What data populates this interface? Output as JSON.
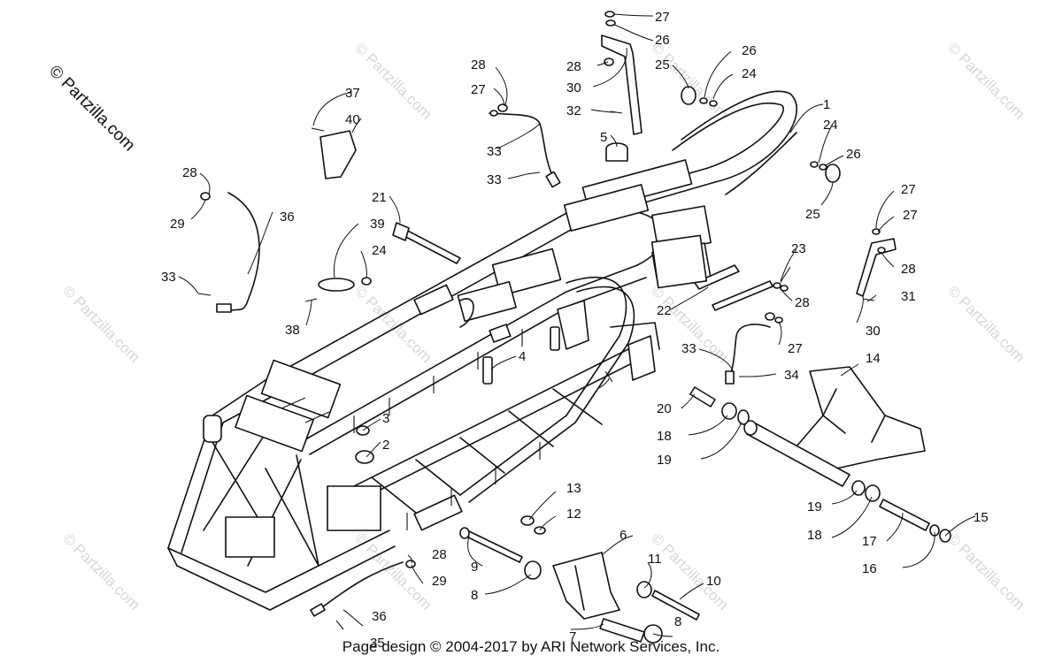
{
  "copyright_mark": "© Partzilla.com",
  "watermark_text": "© Partzilla.com",
  "footer": "Page design © 2004-2017 by ARI Network Services, Inc.",
  "callouts": [
    "1",
    "2",
    "3",
    "4",
    "5",
    "6",
    "7",
    "8",
    "8",
    "9",
    "10",
    "11",
    "12",
    "13",
    "14",
    "15",
    "16",
    "17",
    "18",
    "18",
    "19",
    "19",
    "20",
    "21",
    "22",
    "23",
    "24",
    "24",
    "24",
    "25",
    "25",
    "26",
    "26",
    "26",
    "27",
    "27",
    "27",
    "27",
    "27",
    "28",
    "28",
    "28",
    "28",
    "28",
    "28",
    "29",
    "29",
    "30",
    "30",
    "31",
    "32",
    "33",
    "33",
    "33",
    "33",
    "34",
    "35",
    "36",
    "36",
    "37",
    "38",
    "39",
    "40"
  ]
}
